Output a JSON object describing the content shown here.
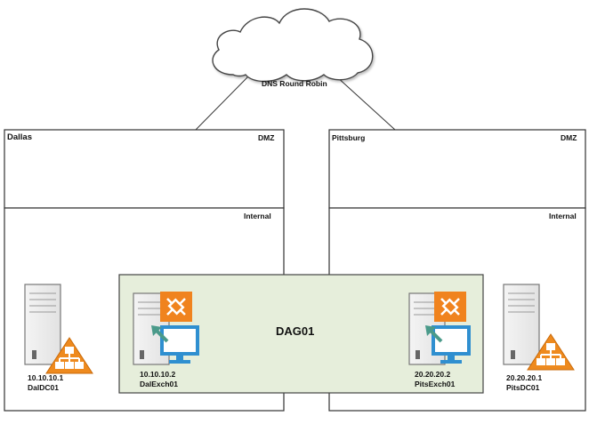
{
  "cloud": {
    "label": "DNS Round Robin"
  },
  "sites": [
    {
      "name": "Dallas",
      "zones": [
        "DMZ",
        "Internal"
      ],
      "dc": {
        "ip": "10.10.10.1",
        "name": "DalDC01"
      },
      "exchange": {
        "ip": "10.10.10.2",
        "name": "DalExch01"
      }
    },
    {
      "name": "Pittsburg",
      "zones": [
        "DMZ",
        "Internal"
      ],
      "dc": {
        "ip": "20.20.20.1",
        "name": "PitsDC01"
      },
      "exchange": {
        "ip": "20.20.20.2",
        "name": "PitsExch01"
      }
    }
  ],
  "dag": {
    "label": "DAG01"
  },
  "colors": {
    "dag_fill": "#e6eedb",
    "exchange_orange": "#f0831e",
    "ad_orange": "#ee8a1e",
    "monitor_blue": "#2f8fd0",
    "arrow_green": "#4a9a8a"
  },
  "icons": [
    "cloud-icon",
    "server-tower-icon",
    "active-directory-icon",
    "exchange-logo-icon",
    "monitor-icon",
    "arrow-icon"
  ]
}
